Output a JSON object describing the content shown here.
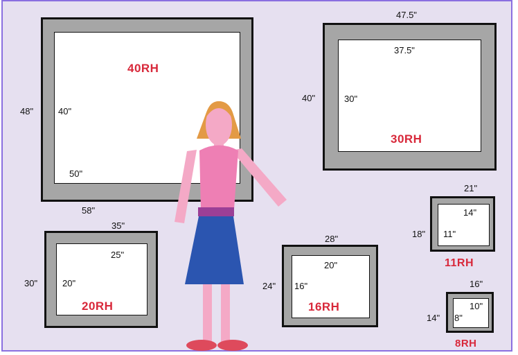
{
  "colors": {
    "background": "#e6e0f0",
    "border": "#8a6fe0",
    "frame_mat": "#a6a6a6",
    "label_red": "#d8283a",
    "figure_skin": "#f4a9c6",
    "figure_hair": "#e39a45",
    "figure_shirt": "#ee7fb4",
    "figure_belt": "#9b3f96",
    "figure_skirt": "#2b55b0",
    "figure_shoes": "#de4a5c"
  },
  "frames": {
    "f40": {
      "name": "40RH",
      "outer_h": "48\"",
      "inner_h": "40\"",
      "inner_w": "50\"",
      "outer_w": "58\""
    },
    "f30": {
      "name": "30RH",
      "outer_w": "47.5\"",
      "inner_w": "37.5\"",
      "outer_h": "40\"",
      "inner_h": "30\""
    },
    "f20": {
      "name": "20RH",
      "outer_w": "35\"",
      "inner_w": "25\"",
      "outer_h": "30\"",
      "inner_h": "20\""
    },
    "f16": {
      "name": "16RH",
      "outer_w": "28\"",
      "inner_w": "20\"",
      "outer_h": "24\"",
      "inner_h": "16\""
    },
    "f11": {
      "name": "11RH",
      "outer_w": "21\"",
      "inner_w": "14\"",
      "outer_h": "18\"",
      "inner_h": "11\""
    },
    "f8": {
      "name": "8RH",
      "outer_w": "16\"",
      "inner_w": "10\"",
      "outer_h": "14\"",
      "inner_h": "8\""
    }
  }
}
